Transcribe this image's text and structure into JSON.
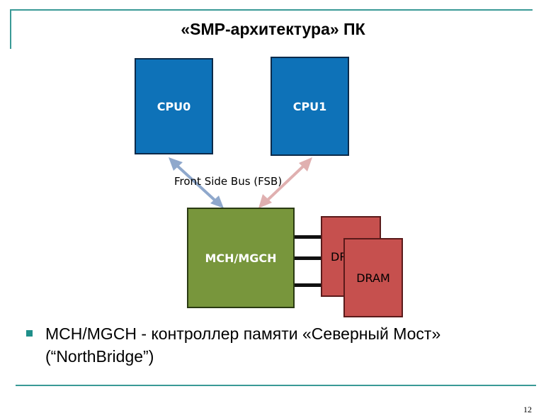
{
  "slide": {
    "title": "«SMP-архитектура» ПК",
    "page_number": "12"
  },
  "diagram": {
    "cpu0": "CPU0",
    "cpu1": "CPU1",
    "bus_label": "Front Side Bus (FSB)",
    "mch": "MCH/MGCH",
    "dram_back": "DRAM",
    "dram_front": "DRAM",
    "colors": {
      "cpu": "#0e72b8",
      "mch": "#78963c",
      "dram": "#c6504e",
      "arrow_left": "#8fa8cc",
      "arrow_right": "#e0b0b0"
    }
  },
  "bullets": [
    {
      "line1": "MCH/MGCH - контроллер памяти «Северный Мост»",
      "line2": "(“NorthBridge”)"
    }
  ]
}
